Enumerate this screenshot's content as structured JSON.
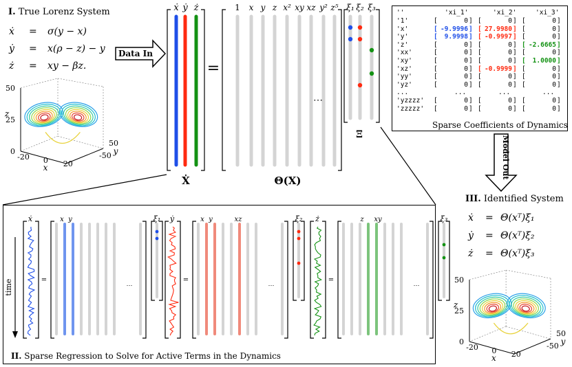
{
  "section1": {
    "numeral": "I.",
    "title": "True Lorenz System",
    "equations": [
      {
        "lhs": "ẋ",
        "rel": "=",
        "rhs": "σ(y − x)"
      },
      {
        "lhs": "ẏ",
        "rel": "=",
        "rhs": "x(ρ − z) − y"
      },
      {
        "lhs": "ż",
        "rel": "=",
        "rhs": "xy − βz."
      }
    ],
    "plot": {
      "z_label": "z",
      "x_label": "x",
      "y_label": "y",
      "z_ticks": [
        "50",
        "25",
        "0"
      ],
      "x_ticks": [
        "-20",
        "0",
        "20"
      ],
      "y_ticks": [
        "50",
        "-50"
      ]
    }
  },
  "data_in_label": "Data In",
  "model_out_label": "Model Out",
  "xdot_matrix": {
    "headers": [
      "ẋ",
      "ẏ",
      "ż"
    ],
    "label": "Ẋ",
    "colors": [
      "#1f4fe8",
      "#ff2a10",
      "#149214"
    ]
  },
  "equals": "=",
  "theta_matrix": {
    "headers": [
      "1",
      "x",
      "y",
      "z",
      "x²",
      "xy",
      "xz",
      "y²"
    ],
    "last_header": "z⁵",
    "ellipsis": "⋯",
    "label": "Θ(X)"
  },
  "xi_matrix": {
    "headers": [
      "ξ₁",
      "ξ₂",
      "ξ₃"
    ],
    "label": "Ξ"
  },
  "coefficients": {
    "caption": "Sparse Coefficients of Dynamics",
    "header": [
      "''",
      "'xi_1'",
      "'xi_2'",
      "'xi_3'"
    ],
    "rows": [
      {
        "term": "'1'",
        "v": [
          "0",
          "0",
          "0"
        ],
        "c": [
          "",
          "",
          ""
        ]
      },
      {
        "term": "'x'",
        "v": [
          "-9.9996",
          "27.9980",
          "0"
        ],
        "c": [
          "blue",
          "red",
          ""
        ]
      },
      {
        "term": "'y'",
        "v": [
          "9.9998",
          "-0.9997",
          "0"
        ],
        "c": [
          "blue",
          "red",
          ""
        ]
      },
      {
        "term": "'z'",
        "v": [
          "0",
          "0",
          "-2.6665"
        ],
        "c": [
          "",
          "",
          "green"
        ]
      },
      {
        "term": "'xx'",
        "v": [
          "0",
          "0",
          "0"
        ],
        "c": [
          "",
          "",
          ""
        ]
      },
      {
        "term": "'xy'",
        "v": [
          "0",
          "0",
          "1.0000"
        ],
        "c": [
          "",
          "",
          "green"
        ]
      },
      {
        "term": "'xz'",
        "v": [
          "0",
          "-0.9999",
          "0"
        ],
        "c": [
          "",
          "red",
          ""
        ]
      },
      {
        "term": "'yy'",
        "v": [
          "0",
          "0",
          "0"
        ],
        "c": [
          "",
          "",
          ""
        ]
      },
      {
        "term": "'yz'",
        "v": [
          "0",
          "0",
          "0"
        ],
        "c": [
          "",
          "",
          ""
        ]
      },
      {
        "term": "...",
        "v": [
          "...",
          "...",
          "..."
        ],
        "c": [
          "",
          "",
          ""
        ]
      },
      {
        "term": "'yzzzz'",
        "v": [
          "0",
          "0",
          "0"
        ],
        "c": [
          "",
          "",
          ""
        ]
      },
      {
        "term": "'zzzzz'",
        "v": [
          "0",
          "0",
          "0"
        ],
        "c": [
          "",
          "",
          ""
        ]
      }
    ]
  },
  "section2": {
    "numeral": "II.",
    "title": "Sparse Regression to Solve for Active Terms in the Dynamics",
    "time_label": "time",
    "groups": [
      {
        "lhs": "ẋ",
        "labels": [
          "x",
          "y"
        ],
        "xi": "ξ₁"
      },
      {
        "lhs": "ẏ",
        "labels": [
          "x",
          "y",
          "xz"
        ],
        "xi": "ξ₂"
      },
      {
        "lhs": "ż",
        "labels": [
          "z",
          "xy"
        ],
        "xi": "ξ₃"
      }
    ],
    "ellipsis": "⋯"
  },
  "section3": {
    "numeral": "III.",
    "title": "Identified System",
    "equations": [
      {
        "lhs": "ẋ",
        "rel": "=",
        "rhs": "Θ(xᵀ)ξ₁"
      },
      {
        "lhs": "ẏ",
        "rel": "=",
        "rhs": "Θ(xᵀ)ξ₂"
      },
      {
        "lhs": "ż",
        "rel": "=",
        "rhs": "Θ(xᵀ)ξ₃"
      }
    ],
    "plot": {
      "z_label": "z",
      "x_label": "x",
      "y_label": "y",
      "z_ticks": [
        "50",
        "25",
        "0"
      ],
      "x_ticks": [
        "-20",
        "0",
        "20"
      ],
      "y_ticks": [
        "50",
        "-50"
      ]
    }
  },
  "colors": {
    "blue": "#1f4fe8",
    "red": "#ff2a10",
    "green": "#149214",
    "gray": "#d4d4d4",
    "light_blue": "#6f95ef",
    "light_red": "#f08a7b",
    "light_green": "#7cc47c"
  }
}
